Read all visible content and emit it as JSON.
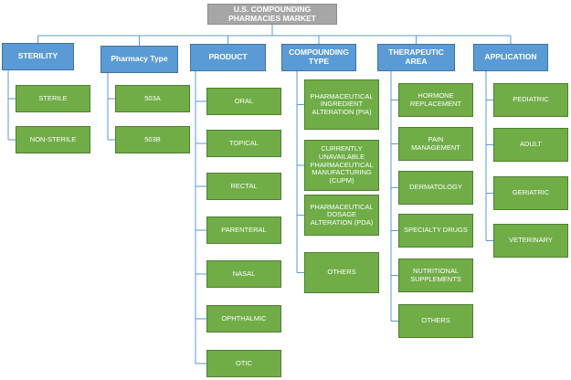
{
  "title": "U.S. COMPOUNDING PHARMACIES MARKET",
  "categories": [
    {
      "label": "STERILITY",
      "items": [
        "STERILE",
        "NON-STERILE"
      ]
    },
    {
      "label": "Pharmacy Type",
      "items": [
        "503A",
        "503B"
      ]
    },
    {
      "label": "PRODUCT",
      "items": [
        "ORAL",
        "TOPICAL",
        "RECTAL",
        "PARENTERAL",
        "NASAL",
        "OPHTHALMIC",
        "OTIC"
      ]
    },
    {
      "label": "COMPOUNDING TYPE",
      "items": [
        "PHARMACEUTICAL INGREDIENT ALTERATION (PIA)",
        "CURRENTLY UNAVAILABLE PHARMACEUTICAL MANUFACTURING (CUPM)",
        "PHARMACEUTICAL DOSAGE ALTERATION (PDA)",
        "OTHERS"
      ]
    },
    {
      "label": "THERAPEUTIC AREA",
      "items": [
        "HORMONE REPLACEMENT",
        "PAIN MANAGEMENT",
        "DERMATOLOGY",
        "SPECIALTY DRUGS",
        "NUTRITIONAL SUPPLEMENTS",
        "OTHERS"
      ]
    },
    {
      "label": "APPLICATION",
      "items": [
        "PEDIATRIC",
        "ADULT",
        "GERIATRIC",
        "VETERINARY"
      ]
    }
  ],
  "colors": {
    "root": "#a6a6a6",
    "category": "#5b9bd5",
    "item": "#70ad47",
    "connector": "#5b9bd5"
  }
}
